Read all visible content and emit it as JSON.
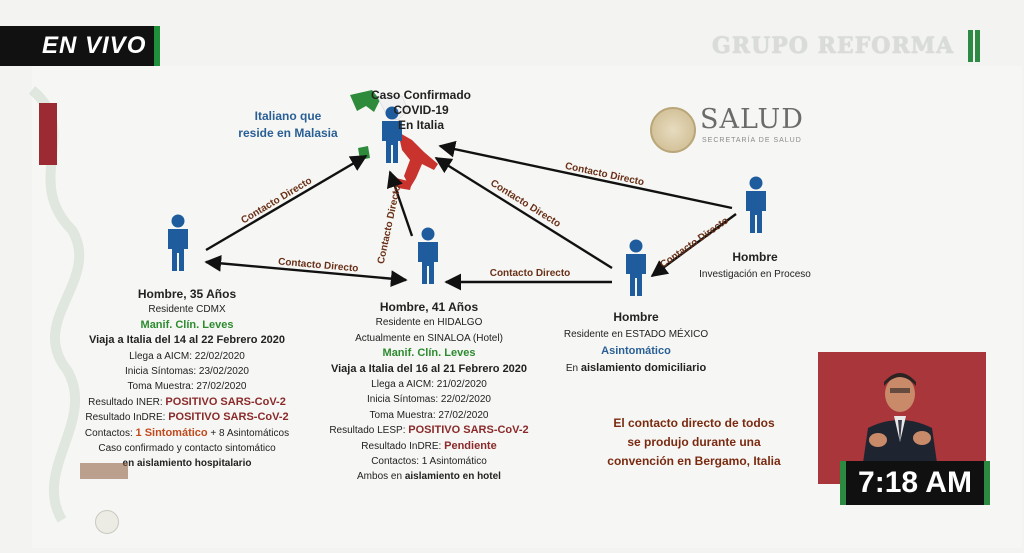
{
  "live_label": "EN VIVO",
  "brand": "GRUPO REFORMA",
  "salud": {
    "title": "SALUD",
    "subtitle": "SECRETARÍA DE SALUD"
  },
  "center": {
    "line1": "Caso Confirmado",
    "line2": "COVID-19",
    "line3": "En Italia"
  },
  "italiano": {
    "line1": "Italiano que",
    "line2": "reside en Malasia"
  },
  "links": {
    "l1": "Contacto Directo",
    "l2": "Contacto Directo",
    "l3": "Contacto Directo",
    "l4": "Contacto Directo",
    "l5": "Contacto Directo",
    "l6": "Contacto Directo",
    "l7": "Contacto Directo"
  },
  "person1": {
    "title": "Hombre, 35 Años",
    "residente": "Residente CDMX",
    "manif": "Manif. Clín. Leves",
    "viaje": "Viaja a Italia del 14 al 22 Febrero 2020",
    "llega": "Llega a AICM: 22/02/2020",
    "inicia": "Inicia Síntomas: 23/02/2020",
    "toma": "Toma Muestra: 27/02/2020",
    "iner_label": "Resultado INER: ",
    "iner_value": "POSITIVO SARS-CoV-2",
    "indre_label": "Resultado InDRE: ",
    "indre_value": "POSITIVO SARS-CoV-2",
    "contactos_label": "Contactos: ",
    "contactos_sint": "1 Sintomático",
    "contactos_rest": " + 8 Asintomáticos",
    "caso": "Caso confirmado y contacto sintomático",
    "aislamiento": "en aislamiento hospitalario"
  },
  "person2": {
    "title": "Hombre, 41 Años",
    "residente": "Residente en HIDALGO",
    "actual": "Actualmente en SINALOA (Hotel)",
    "manif": "Manif. Clín. Leves",
    "viaje": "Viaja a Italia del 16 al 21 Febrero 2020",
    "llega": "Llega a AICM: 21/02/2020",
    "inicia": "Inicia Síntomas: 22/02/2020",
    "toma": "Toma Muestra: 27/02/2020",
    "lesp_label": "Resultado LESP: ",
    "lesp_value": "POSITIVO SARS-CoV-2",
    "indre_label": "Resultado InDRE: ",
    "indre_value": "Pendiente",
    "contactos": "Contactos: 1 Asintomático",
    "ambos_label": "Ambos en ",
    "ambos_value": "aislamiento en hotel"
  },
  "person3": {
    "title": "Hombre",
    "residente": "Residente en ESTADO MÉXICO",
    "estado": "Asintomático",
    "ais_label": "En ",
    "ais_value": "aislamiento domiciliario"
  },
  "person4": {
    "title": "Hombre",
    "sub": "Investigación en Proceso"
  },
  "note": {
    "line1": "El contacto directo de todos",
    "line2": "se produjo durante una",
    "line3": "convención en Bergamo, Italia"
  },
  "clock": "7:18 AM",
  "colors": {
    "person": "#1f5c9e",
    "arrow": "#111111",
    "green": "#2d8b2f",
    "red": "#8a2a2a",
    "blue": "#2a5f95"
  }
}
